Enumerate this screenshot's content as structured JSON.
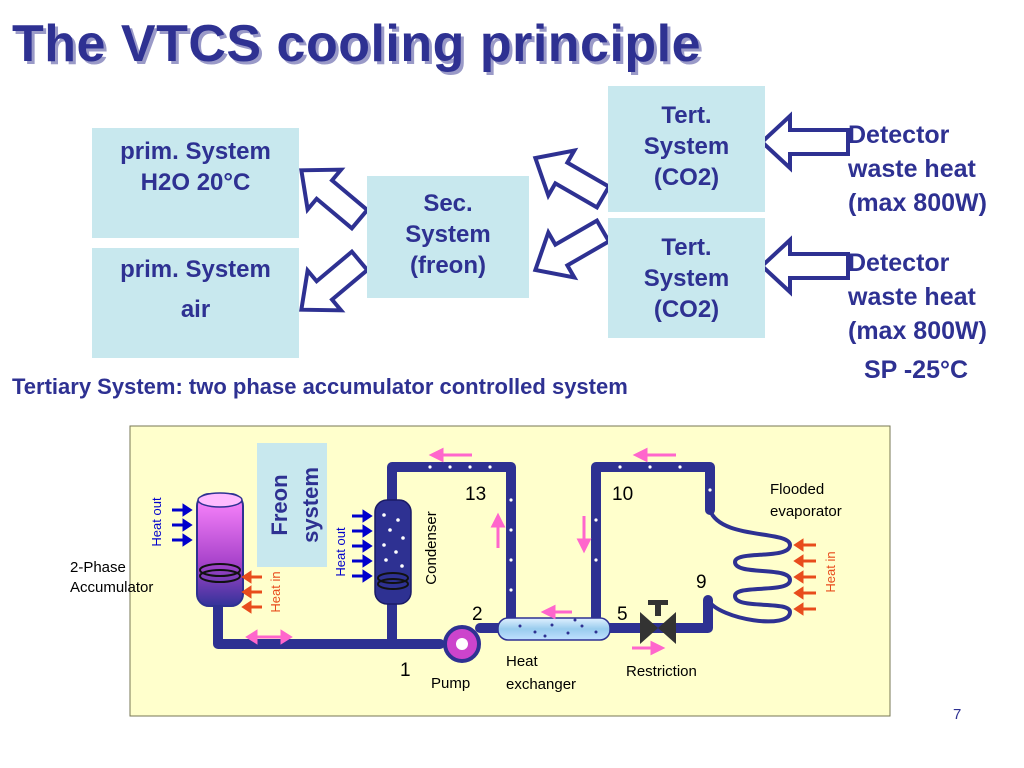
{
  "title": "The VTCS cooling principle",
  "boxes": {
    "prim1": [
      "prim. System",
      "H2O 20°C"
    ],
    "prim2": [
      "prim. System",
      "air"
    ],
    "sec": [
      "Sec.",
      "System",
      "(freon)"
    ],
    "tert1": [
      "Tert.",
      "System",
      "(CO2)"
    ],
    "tert2": [
      "Tert.",
      "System",
      "(CO2)"
    ]
  },
  "detector1": [
    "Detector",
    "waste heat",
    "(max 800W)"
  ],
  "detector2": [
    "Detector",
    "waste heat",
    "(max 800W)"
  ],
  "setpoint": "SP -25°C",
  "subtitle": "Tertiary System: two phase accumulator controlled system",
  "schematic": {
    "freon": [
      "Freon",
      "system"
    ],
    "accumulator": [
      "2-Phase",
      "Accumulator"
    ],
    "heat_out": "Heat out",
    "heat_in": "Heat in",
    "condenser": "Condenser",
    "pump": "Pump",
    "heat_exchanger": [
      "Heat",
      "exchanger"
    ],
    "restriction": "Restriction",
    "flooded_evaporator": [
      "Flooded",
      "evaporator"
    ],
    "nodes": {
      "n1": "1",
      "n2": "2",
      "n5": "5",
      "n9": "9",
      "n10": "10",
      "n13": "13"
    }
  },
  "page_number": "7",
  "colors": {
    "title": "#2e3192",
    "box_fill": "#c8e8ee",
    "pipe": "#2e3192",
    "panel": "#ffffcc",
    "heat_in": "#e84c1c",
    "heat_out": "#0000cc",
    "flow_arrow": "#ff66cc"
  }
}
